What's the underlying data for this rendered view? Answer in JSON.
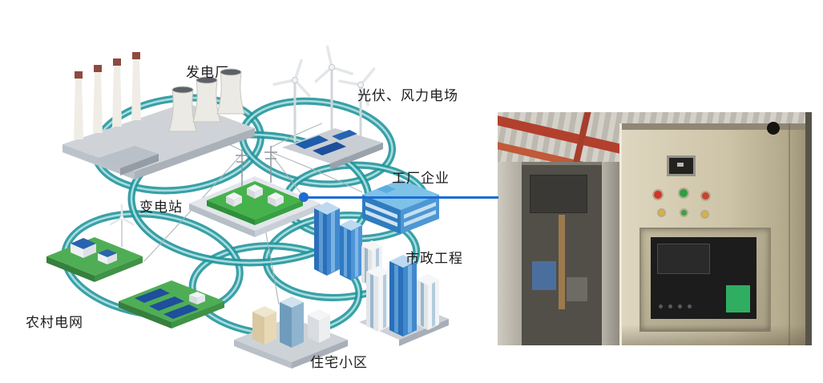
{
  "diagram": {
    "labels": {
      "power_plant": "发电厂",
      "pv_wind_farm": "光伏、风力电场",
      "factory": "工厂企业",
      "substation": "变电站",
      "municipal": "市政工程",
      "residential": "住宅小区",
      "rural_grid": "农村电网"
    },
    "colors": {
      "ring": "#24969c",
      "ring_highlight": "#a7dde0",
      "connector_blue": "#1c6cd3",
      "label_text": "#1c1c1c",
      "substation_green": "#46b24c",
      "building_blue": "#2e7cc0",
      "solar_panel_blue": "#1d4f9c",
      "platform_gray": "#cfd3d8",
      "rural_green": "#4fae55"
    }
  },
  "photo": {
    "colors": {
      "cabinet_beige": "#cdc4a8",
      "relay_face_black": "#1c1c1c",
      "relay_label_green": "#2fae62",
      "indicator_red": "#d03527",
      "indicator_green": "#2f9e44",
      "roof_beam_red": "#b2402d"
    }
  }
}
